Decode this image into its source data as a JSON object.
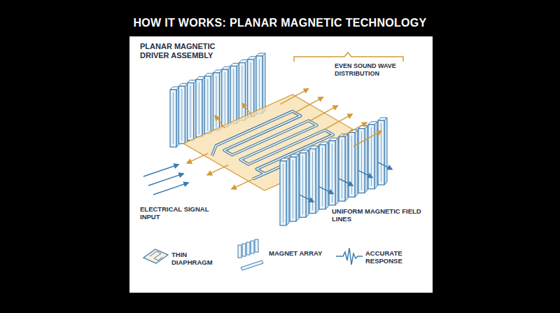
{
  "diagram": {
    "title": "HOW IT WORKS: PLANAR MAGNETIC TECHNOLOGY",
    "labels": [
      "PLANAR MAGNETIC DRIVER ASSEMBLY",
      "EVEN SOUND WAVE DISTRIBUTION",
      "ELECTRICAL SIGNAL INPUT",
      "UNIFORM MAGNETIC FIELD LINES"
    ],
    "legend": [
      {
        "text": "THIN DIAPHRAGM"
      },
      {
        "text": "MAGNET ARRAY"
      },
      {
        "text": "ACCURATE RESPONSE"
      }
    ]
  }
}
